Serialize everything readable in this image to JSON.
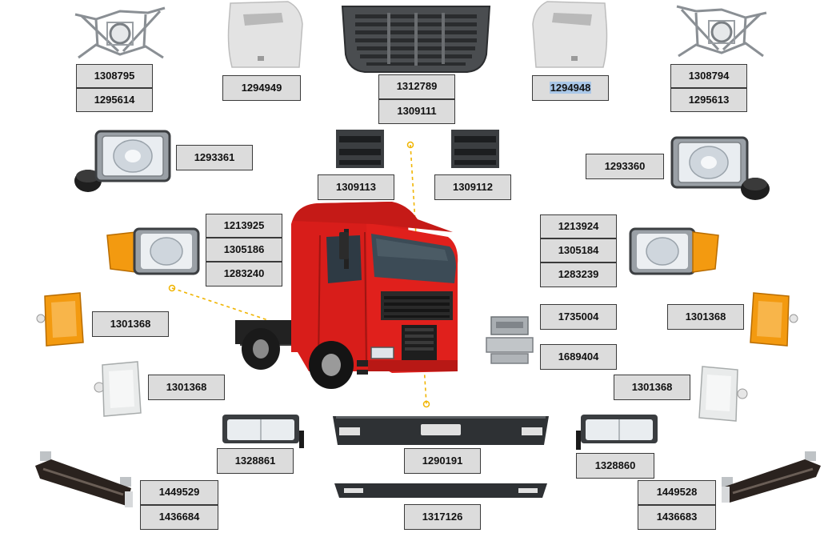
{
  "labels": {
    "tl_top": "1308795",
    "tl_bottom": "1295614",
    "corner_left": "1294949",
    "grille_top": "1312789",
    "grille_bottom": "1309111",
    "corner_right": "1294948",
    "tr_top": "1308794",
    "tr_bottom": "1295613",
    "headlamp_left": "1293361",
    "step_left": "1309113",
    "step_right": "1309112",
    "headlamp_right": "1293360",
    "combo_left_1": "1213925",
    "combo_left_2": "1305186",
    "combo_left_3": "1283240",
    "combo_right_1": "1213924",
    "combo_right_2": "1305184",
    "combo_right_3": "1283239",
    "indicator_amber_left": "1301368",
    "step_bracket_top": "1735004",
    "step_bracket_bottom": "1689404",
    "indicator_amber_right": "1301368",
    "indicator_clear_left": "1301368",
    "indicator_clear_right": "1301368",
    "foglamp_left": "1328861",
    "bumper_upper": "1290191",
    "foglamp_right": "1328860",
    "bumper_bracket_left_1": "1449529",
    "bumper_bracket_left_2": "1436684",
    "bumper_lower": "1317126",
    "bumper_bracket_right_1": "1449528",
    "bumper_bracket_right_2": "1436683"
  },
  "colors": {
    "label_bg": "#dcdcdc",
    "label_border": "#3a3a3a",
    "highlight": "#a9c7e8",
    "leader_line": "#f0b400",
    "cab_red": "#e0201c",
    "amber": "#f39a10"
  }
}
